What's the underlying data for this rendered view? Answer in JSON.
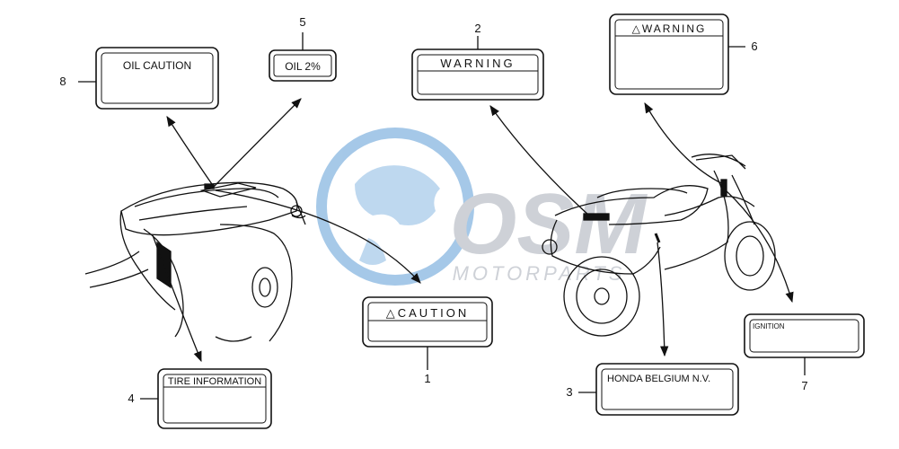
{
  "watermark": {
    "logo_text": "OSM",
    "tagline": "MOTORPARTS",
    "colors": {
      "globe": "#9cc3e6",
      "grey": "#c9cdd3"
    }
  },
  "labels": [
    {
      "callout": "1",
      "text": "△CAUTION"
    },
    {
      "callout": "2",
      "text": "WARNING"
    },
    {
      "callout": "3",
      "text": "HONDA BELGIUM N.V."
    },
    {
      "callout": "4",
      "text": "TIRE INFORMATION"
    },
    {
      "callout": "5",
      "text": "OIL 2%"
    },
    {
      "callout": "6",
      "text": "△WARNING"
    },
    {
      "callout": "7",
      "text": "IGNITION"
    },
    {
      "callout": "8",
      "text": "OIL CAUTION"
    }
  ]
}
